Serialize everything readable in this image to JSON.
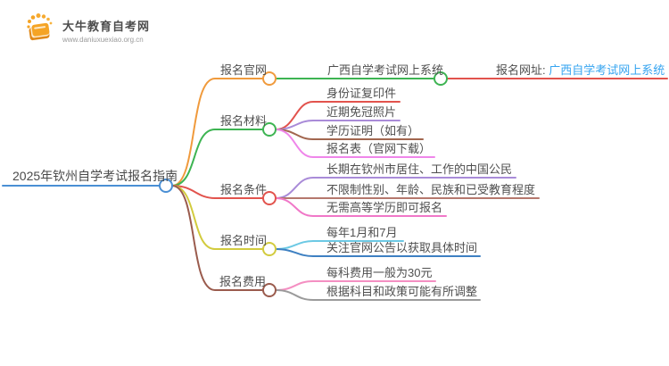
{
  "logo": {
    "title": "大牛教育自考网",
    "url": "www.daniuxuexiao.org.cn"
  },
  "colors": {
    "root_blue": "#4a8fd4",
    "branch_official_site_orange": "#f09a3c",
    "branch_materials_green": "#3db452",
    "branch_conditions_red": "#e2534d",
    "branch_time_yellow": "#d2cb3e",
    "branch_fee_brown": "#9a5b4d",
    "child_purple": "#a98bd8",
    "child_brown": "#a2664f",
    "child_rose_brown": "#b5786d",
    "child_pink_orchid": "#ef86ea",
    "child_pink": "#f078c8",
    "child_light_pink": "#f48fc2",
    "child_cyan": "#6cc9e4",
    "child_steel_blue": "#3e80c2",
    "child_gray": "#9b9b9b",
    "link_blue": "#35a4f0",
    "logo_orange": "#f5a425"
  },
  "mindmap": {
    "root": "2025年钦州自学考试报名指南",
    "branches": [
      {
        "label": "报名官网",
        "children": [
          {
            "label": "广西自学考试网上系统",
            "children": [
              {
                "prefix": "报名网址: ",
                "link": "广西自学考试网上系统"
              }
            ]
          }
        ]
      },
      {
        "label": "报名材料",
        "children": [
          {
            "label": "身份证复印件"
          },
          {
            "label": "近期免冠照片"
          },
          {
            "label": "学历证明（如有）"
          },
          {
            "label": "报名表（官网下载）"
          }
        ]
      },
      {
        "label": "报名条件",
        "children": [
          {
            "label": "长期在钦州市居住、工作的中国公民"
          },
          {
            "label": "不限制性别、年龄、民族和已受教育程度"
          },
          {
            "label": "无需高等学历即可报名"
          }
        ]
      },
      {
        "label": "报名时间",
        "children": [
          {
            "label": "每年1月和7月"
          },
          {
            "label": "关注官网公告以获取具体时间"
          }
        ]
      },
      {
        "label": "报名费用",
        "children": [
          {
            "label": "每科费用一般为30元"
          },
          {
            "label": "根据科目和政策可能有所调整"
          }
        ]
      }
    ]
  }
}
